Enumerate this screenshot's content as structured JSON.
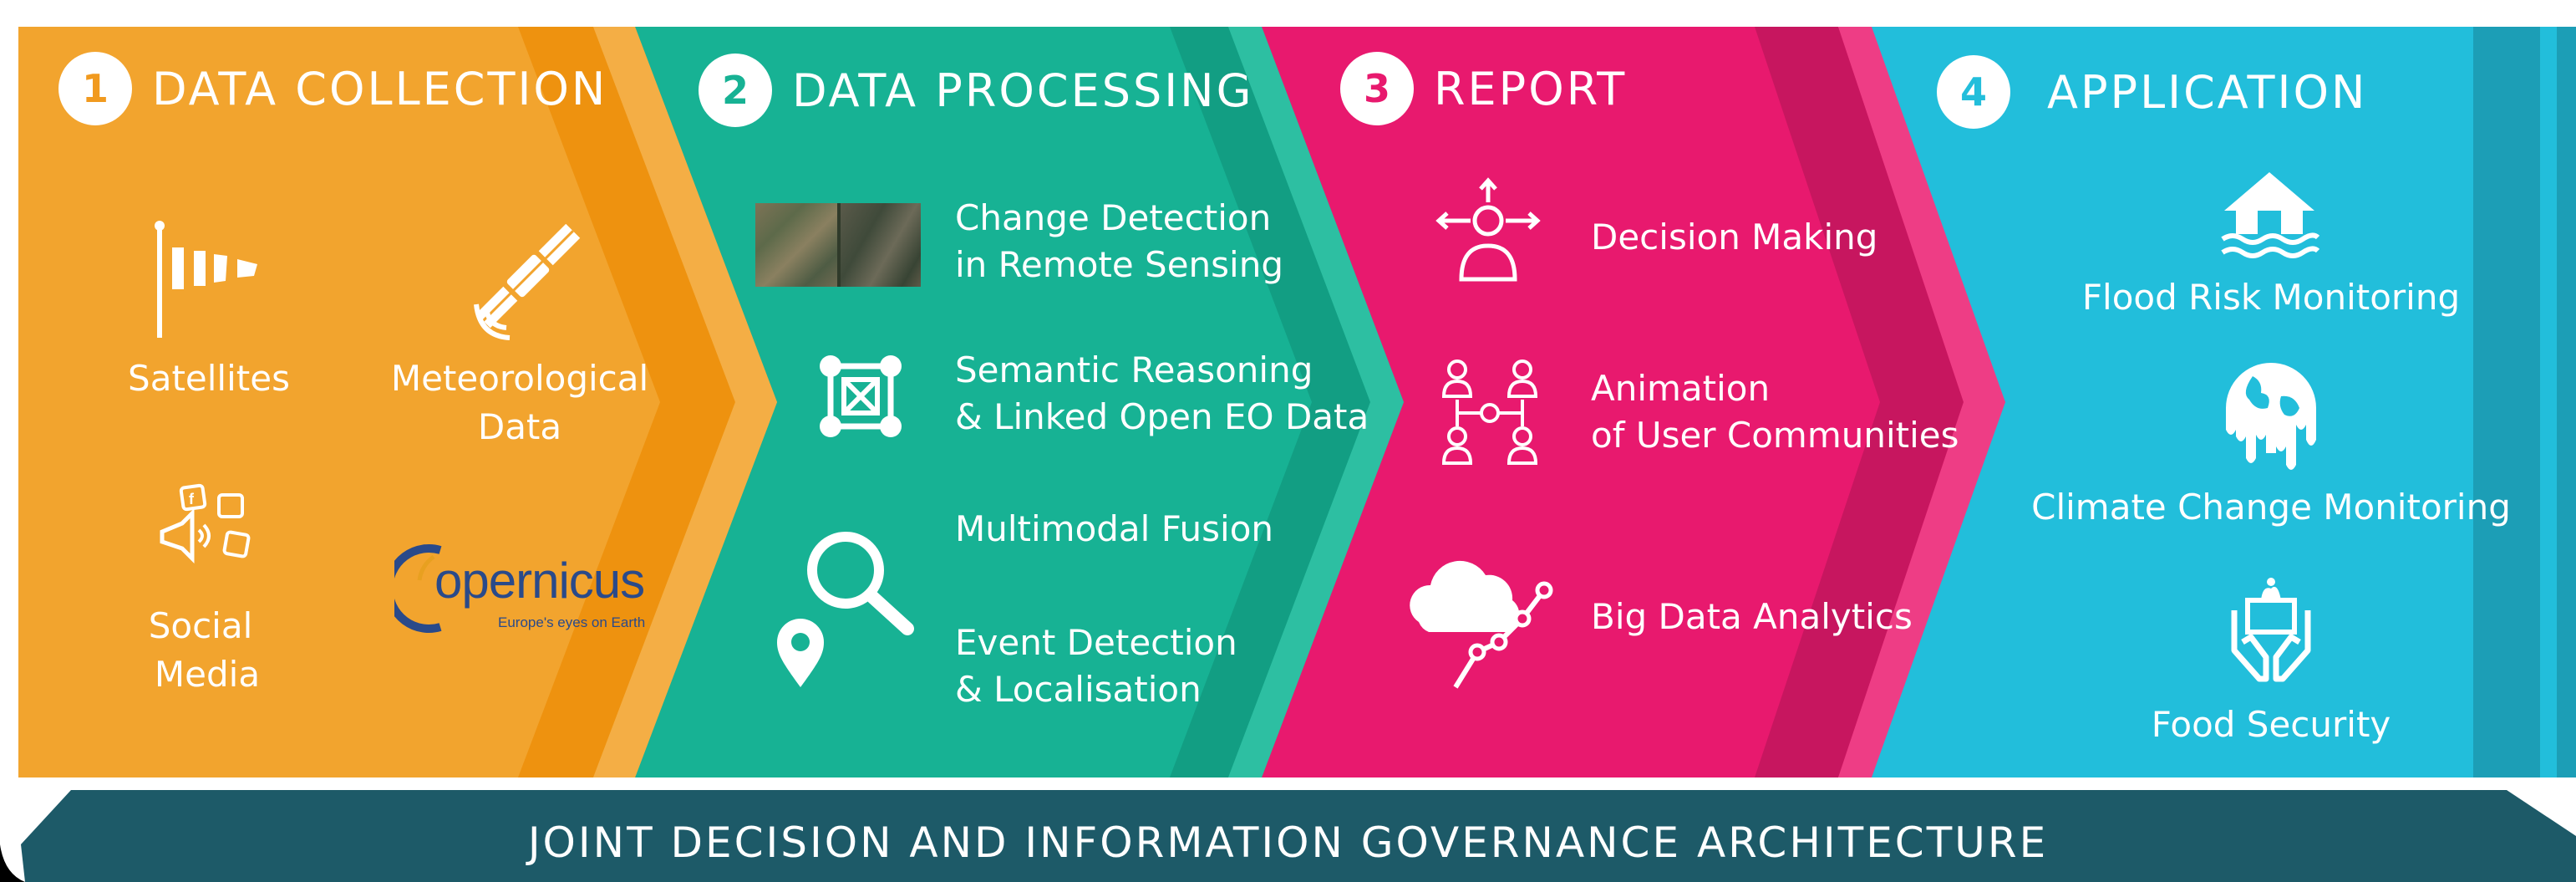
{
  "colors": {
    "orange": "#F19A1F",
    "teal": "#17B294",
    "pink": "#E8196E",
    "cyan": "#22BEDB",
    "banner": "#1D5A68",
    "white": "#FFFFFF"
  },
  "stages": [
    {
      "number": "1",
      "title": "DATA COLLECTION"
    },
    {
      "number": "2",
      "title": "DATA PROCESSING"
    },
    {
      "number": "3",
      "title": "REPORT"
    },
    {
      "number": "4",
      "title": "APPLICATION"
    }
  ],
  "collection": {
    "satellites": "Satellites",
    "meteo_line1": "Meteorological",
    "meteo_line2": "Data",
    "social_line1": "Social",
    "social_line2": "Media",
    "copernicus_logo": "opernicus",
    "copernicus_tagline": "Europe's eyes on Earth"
  },
  "processing": {
    "change_line1": "Change Detection",
    "change_line2": "in Remote Sensing",
    "semantic_line1": "Semantic Reasoning",
    "semantic_line2": "& Linked Open EO Data",
    "fusion": "Multimodal Fusion",
    "event_line1": "Event Detection",
    "event_line2": "& Localisation"
  },
  "report": {
    "decision": "Decision Making",
    "animation_line1": "Animation",
    "animation_line2": "of User Communities",
    "bigdata": "Big Data Analytics"
  },
  "application": {
    "flood": "Flood Risk Monitoring",
    "climate": "Climate Change Monitoring",
    "food": "Food Security"
  },
  "footer": {
    "title": "JOINT DECISION AND INFORMATION GOVERNANCE ARCHITECTURE"
  },
  "icons": [
    "windsock-icon",
    "satellite-icon",
    "social-media-icon",
    "copernicus-logo",
    "satellite-image-thumbnail",
    "semantic-network-icon",
    "magnifier-icon",
    "location-pin-icon",
    "decision-person-icon",
    "community-icon",
    "cloud-analytics-icon",
    "flood-house-icon",
    "melting-globe-icon",
    "food-hands-icon"
  ]
}
